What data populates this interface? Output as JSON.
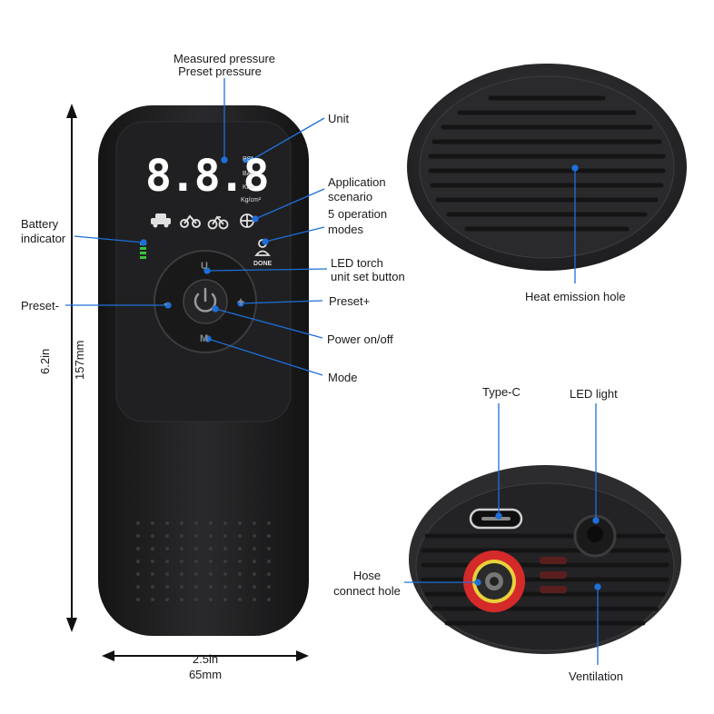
{
  "display": {
    "digits": "8.8.8",
    "units": [
      "PSI",
      "BAR",
      "KPA",
      "Kg/cm²"
    ],
    "done_label": "DONE"
  },
  "buttons": {
    "top_glyph": "U",
    "bottom_glyph": "M",
    "left_glyph": "-",
    "right_glyph": "+"
  },
  "labels": {
    "measured_pressure": "Measured pressure",
    "preset_pressure": "Preset pressure",
    "unit": "Unit",
    "application_scenario_1": "Application",
    "application_scenario_2": "scenario",
    "operation_modes_1": "5 operation",
    "operation_modes_2": "modes",
    "battery_indicator_1": "Battery",
    "battery_indicator_2": "indicator",
    "led_torch_1": "LED torch",
    "led_torch_2": "unit set button",
    "preset_minus": "Preset-",
    "preset_plus": "Preset+",
    "power": "Power on/off",
    "mode": "Mode",
    "heat_emission": "Heat emission hole",
    "type_c": "Type-C",
    "led_light": "LED light",
    "hose_1": "Hose",
    "hose_2": "connect hole",
    "ventilation": "Ventilation"
  },
  "dimensions": {
    "height_in": "6.2in",
    "height_mm": "157mm",
    "width_in": "2.5in",
    "width_mm": "65mm"
  },
  "colors": {
    "body": "#1c1c1e",
    "leader_line": "#1e6fd9",
    "display": "#ffffff",
    "battery": "#3cc23c",
    "hose_ring": "#d42a2a",
    "hose_inner": "#e8d23a"
  }
}
